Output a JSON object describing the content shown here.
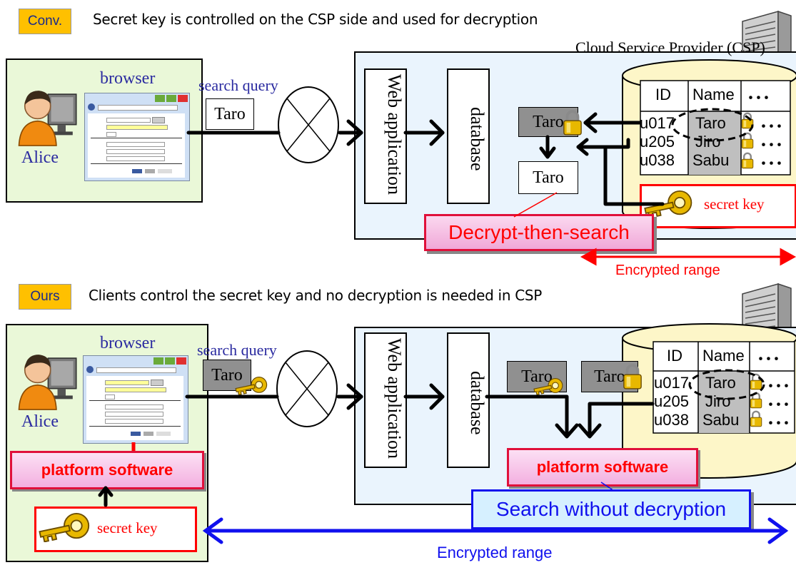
{
  "conv": {
    "tag": "Conv.",
    "heading": "Secret key is controlled on the CSP side and used for decryption",
    "csp_title": "Cloud Service Provider (CSP)",
    "browser_label": "browser",
    "alice_label": "Alice",
    "query_label": "search query",
    "query_value": "Taro",
    "web_app": "Web application",
    "database": "database",
    "encrypted_item": "Taro",
    "decrypted_item": "Taro",
    "secret_key": "secret key",
    "callout": "Decrypt-then-search",
    "range_label": "Encrypted range",
    "table": {
      "headers": [
        "ID",
        "Name",
        "･･･"
      ],
      "rows": [
        {
          "id": "u017",
          "name": "Taro",
          "more": "･･･"
        },
        {
          "id": "u205",
          "name": "Jiro",
          "more": "･･･"
        },
        {
          "id": "u038",
          "name": "Sabu",
          "more": "･･･"
        }
      ]
    }
  },
  "ours": {
    "tag": "Ours",
    "heading": "Clients control the secret key and no decryption is needed in CSP",
    "browser_label": "browser",
    "alice_label": "Alice",
    "query_label": "search query",
    "query_value": "Taro",
    "web_app": "Web application",
    "database": "database",
    "keyed_item": "Taro",
    "locked_item": "Taro",
    "platform_client": "platform software",
    "platform_csp": "platform software",
    "secret_key": "secret key",
    "callout": "Search without decryption",
    "range_label": "Encrypted range",
    "table": {
      "headers": [
        "ID",
        "Name",
        "･･･"
      ],
      "rows": [
        {
          "id": "u017",
          "name": "Taro",
          "more": "･･･"
        },
        {
          "id": "u205",
          "name": "Jiro",
          "more": "･･･"
        },
        {
          "id": "u038",
          "name": "Sabu",
          "more": "･･･"
        }
      ]
    }
  },
  "colors": {
    "tag_bg": "#ffc000",
    "client_bg": "#eaf8d8",
    "csp_bg": "#eaf4fd",
    "db_bg": "#fdf6c8",
    "red_accent": "#ff0000",
    "blue_accent": "#1010ee"
  }
}
